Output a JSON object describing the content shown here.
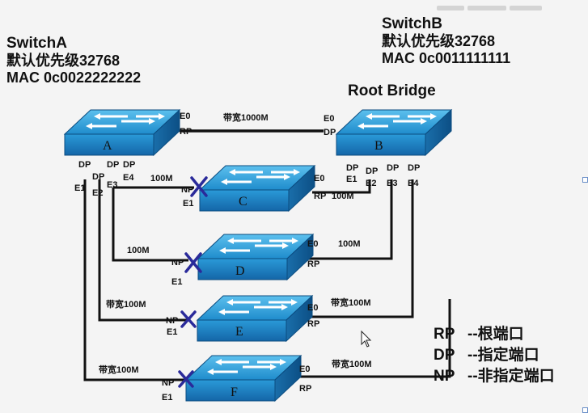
{
  "switchA": {
    "title": "SwitchA",
    "priority": "默认优先级32768",
    "mac": "MAC 0c0022222222"
  },
  "switchB": {
    "title": "SwitchB",
    "priority": "默认优先级32768",
    "mac": "MAC 0c0011111111",
    "role": "Root Bridge"
  },
  "switch_letters": [
    "A",
    "B",
    "C",
    "D",
    "E",
    "F"
  ],
  "link_labels": {
    "ab": "带宽1000M",
    "ac": "100M",
    "bc": "100M",
    "ad": "100M",
    "bd": "100M",
    "ae": "带宽100M",
    "be": "带宽100M",
    "af": "带宽100M",
    "bf": "带宽100M"
  },
  "ports": {
    "a_e0": "E0",
    "a_rp": "RP",
    "b_e0": "E0",
    "b_dp": "DP",
    "a_dp1": "DP",
    "a_dp2": "DP",
    "a_dp3": "DP",
    "a_dp4": "DP",
    "a_e1": "E1",
    "a_e2": "E2",
    "a_e3": "E3",
    "a_e4": "E4",
    "b_dp1": "DP",
    "b_dp2": "DP",
    "b_dp3": "DP",
    "b_dp4": "DP",
    "b_e1": "E1",
    "b_e2": "E2",
    "b_e3": "E3",
    "b_e4": "E4",
    "c_np": "NP",
    "c_e1": "E1",
    "c_e0": "E0",
    "c_rp": "RP",
    "d_np": "NP",
    "d_e1": "E1",
    "d_e0": "E0",
    "d_rp": "RP",
    "e_np": "NP",
    "e_e1": "E1",
    "e_e0": "E0",
    "e_rp": "RP",
    "f_np": "NP",
    "f_e1": "E1",
    "f_e0": "E0",
    "f_rp": "RP"
  },
  "legend": [
    {
      "abbr": "RP",
      "desc": "--根端口"
    },
    {
      "abbr": "DP",
      "desc": "--指定端口"
    },
    {
      "abbr": "NP",
      "desc": "--非指定端口"
    }
  ],
  "colors": {
    "switch_top": "#2c9bd6",
    "switch_front": "#1a78b8",
    "switch_side": "#0f5a92",
    "link": "#111111",
    "block_mark": "#2a2a9a"
  }
}
